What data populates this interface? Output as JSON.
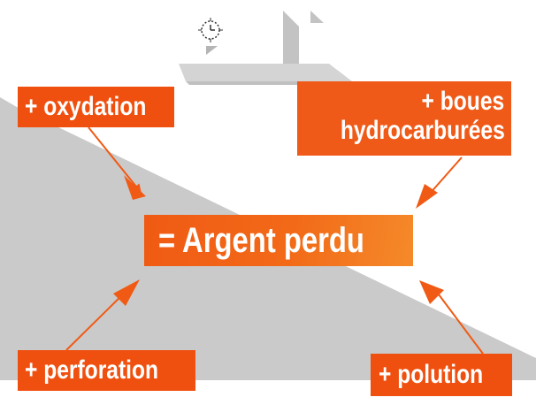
{
  "labels": {
    "oxydation": "+ oxydation",
    "boues_line1": "+ boues",
    "boues_line2": "hydrocarburées",
    "perforation": "+ perforation",
    "polution": "+ polution",
    "result": "= Argent perdu"
  },
  "colors": {
    "accent": "#f0500f",
    "arrow": "#f05a14",
    "background_shape": "#c8c8c8",
    "bucket_shape": "#d4d4d4",
    "text": "#ffffff"
  },
  "icons": [
    "clock-icon",
    "page-fold-icon",
    "bucket-shape"
  ]
}
